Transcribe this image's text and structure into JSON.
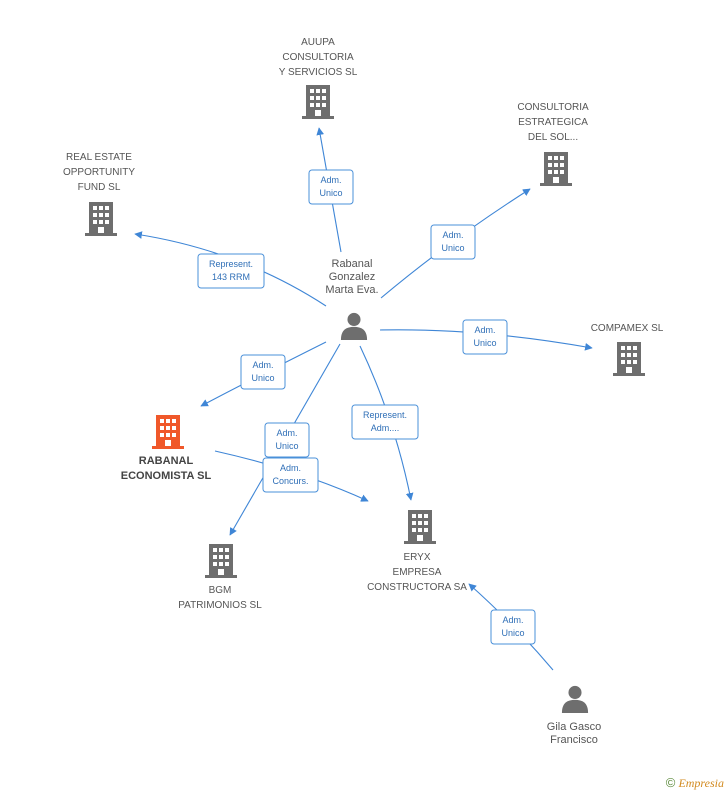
{
  "colors": {
    "edge": "#3f86d6",
    "building": "#6e6e6e",
    "building_highlight": "#f0582a",
    "person": "#6e6e6e"
  },
  "nodes": [
    {
      "id": "aupa",
      "type": "company",
      "icon": "building-icon",
      "lines": [
        "AUUPA",
        "CONSULTORIA",
        "Y SERVICIOS SL"
      ]
    },
    {
      "id": "consultoria",
      "type": "company",
      "icon": "building-icon",
      "lines": [
        "CONSULTORIA",
        "ESTRATEGICA",
        "DEL SOL..."
      ]
    },
    {
      "id": "realestate",
      "type": "company",
      "icon": "building-icon",
      "lines": [
        "REAL ESTATE",
        "OPPORTUNITY",
        "FUND SL"
      ]
    },
    {
      "id": "compamex",
      "type": "company",
      "icon": "building-icon",
      "lines": [
        "COMPAMEX SL"
      ]
    },
    {
      "id": "rabanal_sl",
      "type": "company",
      "icon": "building-icon",
      "highlight": true,
      "lines": [
        "RABANAL",
        "ECONOMISTA SL"
      ]
    },
    {
      "id": "bgm",
      "type": "company",
      "icon": "building-icon",
      "lines": [
        "BGM",
        "PATRIMONIOS SL"
      ]
    },
    {
      "id": "eryx",
      "type": "company",
      "icon": "building-icon",
      "lines": [
        "ERYX",
        "EMPRESA",
        "CONSTRUCTORA SA"
      ]
    },
    {
      "id": "marta",
      "type": "person",
      "icon": "person-icon",
      "lines": [
        "Rabanal",
        "Gonzalez",
        "Marta Eva."
      ]
    },
    {
      "id": "gila",
      "type": "person",
      "icon": "person-icon",
      "lines": [
        "Gila Gasco",
        "Francisco"
      ]
    }
  ],
  "edges": [
    {
      "id": "e1",
      "from": "marta",
      "to": "aupa",
      "label": [
        "Adm.",
        "Unico"
      ]
    },
    {
      "id": "e2",
      "from": "marta",
      "to": "consultoria",
      "label": [
        "Adm.",
        "Unico"
      ]
    },
    {
      "id": "e3",
      "from": "marta",
      "to": "realestate",
      "label": [
        "Represent.",
        "143 RRM"
      ]
    },
    {
      "id": "e4",
      "from": "marta",
      "to": "compamex",
      "label": [
        "Adm.",
        "Unico"
      ]
    },
    {
      "id": "e5",
      "from": "marta",
      "to": "rabanal_sl",
      "label": [
        "Adm.",
        "Unico"
      ]
    },
    {
      "id": "e6",
      "from": "marta",
      "to": "bgm",
      "label": [
        "Adm.",
        "Unico"
      ]
    },
    {
      "id": "e7",
      "from": "marta",
      "to": "eryx",
      "label": [
        "Represent.",
        "Adm...."
      ]
    },
    {
      "id": "e8",
      "from": "rabanal_sl",
      "to": "eryx",
      "label": [
        "Adm.",
        "Concurs."
      ]
    },
    {
      "id": "e9",
      "from": "gila",
      "to": "eryx",
      "label": [
        "Adm.",
        "Unico"
      ]
    }
  ],
  "footer": {
    "copyright": "©",
    "brand": "Empresia"
  }
}
